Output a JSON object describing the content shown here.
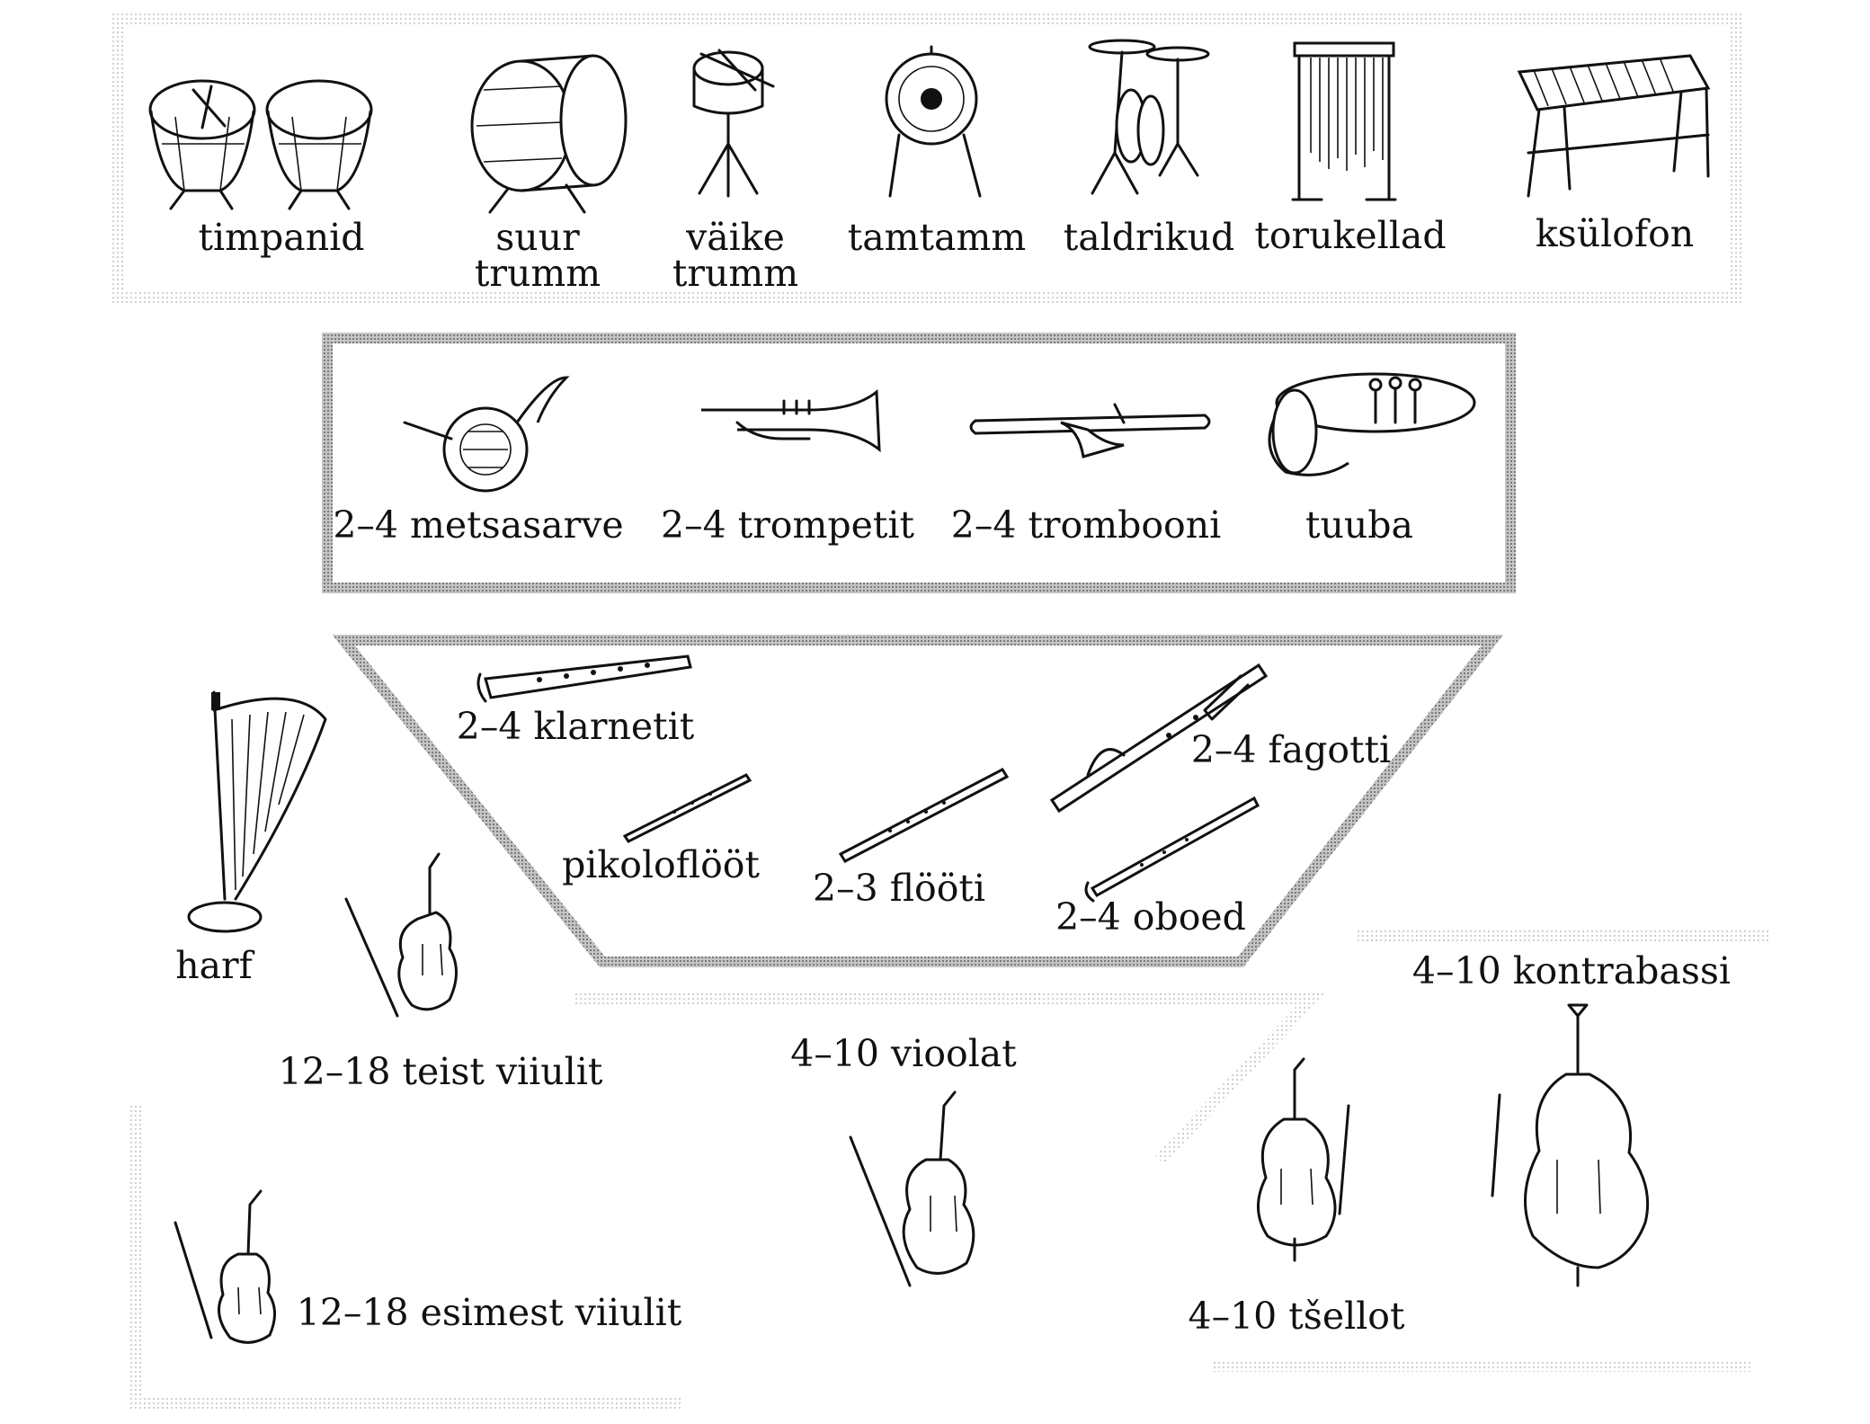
{
  "sections": {
    "percussion": {
      "timpani": "timpanid",
      "bass_drum": [
        "suur",
        "trumm"
      ],
      "snare_drum": [
        "väike",
        "trumm"
      ],
      "tamtam": "tamtamm",
      "cymbals": "taldrikud",
      "tubular_bells": "torukellad",
      "xylophone": "ksülofon"
    },
    "brass": {
      "horns": "2–4 metsasarve",
      "trumpets": "2–4 trompetit",
      "trombones": "2–4 trombooni",
      "tuba": "tuuba"
    },
    "woodwinds": {
      "clarinets": "2–4 klarnetit",
      "bassoons": "2–4 fagotti",
      "piccolo": "pikoloflööt",
      "flutes": "2–3 flööti",
      "oboes": "2–4 oboed"
    },
    "strings": {
      "harp": "harf",
      "second_violins": "12–18 teist viiulit",
      "violas": "4–10 vioolat",
      "double_basses": "4–10 kontrabassi",
      "cellos": "4–10 tšellot",
      "first_violins": "12–18 esimest viiulit"
    }
  },
  "icons": {
    "timpani": "timpani-icon",
    "bass_drum": "bass-drum-icon",
    "snare_drum": "snare-drum-icon",
    "tamtam": "tamtam-icon",
    "cymbals": "cymbals-icon",
    "tubular_bells": "tubular-bells-icon",
    "xylophone": "xylophone-icon",
    "horn": "french-horn-icon",
    "trumpet": "trumpet-icon",
    "trombone": "trombone-icon",
    "tuba": "tuba-icon",
    "clarinet": "clarinet-icon",
    "bassoon": "bassoon-icon",
    "piccolo": "piccolo-icon",
    "flute": "flute-icon",
    "oboe": "oboe-icon",
    "harp": "harp-icon",
    "violin": "violin-icon",
    "viola": "viola-icon",
    "cello": "cello-icon",
    "double_bass": "double-bass-icon"
  },
  "colors": {
    "ink": "#111111",
    "frame": "#9a9a9a",
    "faint_frame": "#d8d8d8",
    "background": "#ffffff"
  }
}
